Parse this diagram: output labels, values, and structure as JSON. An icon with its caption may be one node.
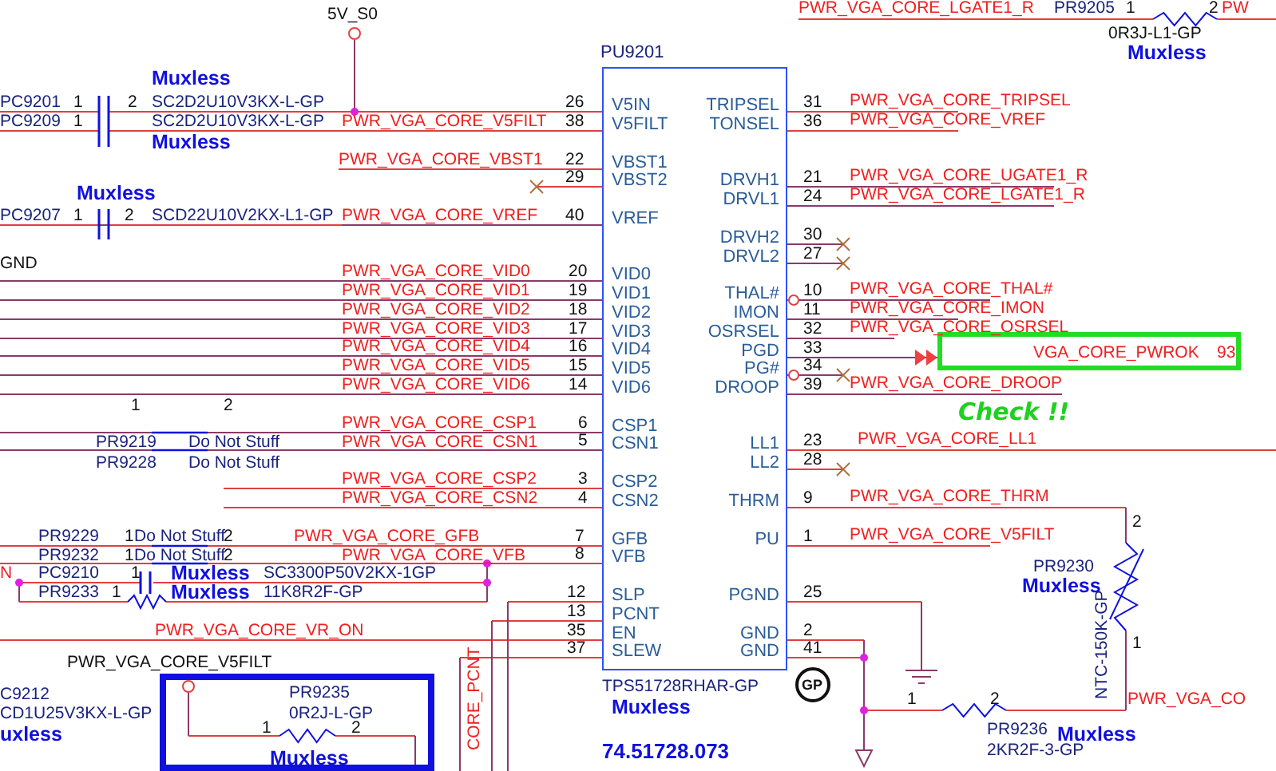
{
  "diagram": {
    "nodes": [
      {
        "text": [
          "PU9201",
          "V5IN",
          "V5FILT",
          "VBST1",
          "VBST2",
          "VREF",
          "VID0",
          "VID1",
          "VID2",
          "VID3",
          "VID4",
          "VID5",
          "VID6",
          "CSP1",
          "CSN1",
          "CSP2",
          "CSN2",
          "GFB",
          "VFB",
          "SLP",
          "PCNT",
          "EN",
          "SLEW",
          "TRIPSEL",
          "TONSEL",
          "DRVH1",
          "DRVL1",
          "DRVH2",
          "DRVL2",
          "THAL#",
          "IMON",
          "OSRSEL",
          "PGD",
          "PG#",
          "DROOP",
          "LL1",
          "LL2",
          "THRM",
          "PU",
          "PGND",
          "GND",
          "GND"
        ],
        "beside": [
          "TPS51728RHAR-GP",
          "Muxless",
          "74.51728.073"
        ]
      },
      {
        "text": [
          "VGA_CORE_PWROK",
          "93"
        ]
      },
      {
        "text": [
          "PR9235",
          "0R2J-L-GP",
          "1",
          "2",
          "Muxless"
        ]
      },
      {
        "text": [
          "GP"
        ]
      }
    ],
    "edges": [
      {
        "from": 0,
        "to": 1,
        "arrow": "to"
      }
    ],
    "labels": [
      "5V_S0",
      "Muxless",
      "PC9201",
      "1",
      "2",
      "SC2D2U10V3KX-L-GP",
      "26",
      "PC9209",
      "1",
      "SC2D2U10V3KX-L-GP",
      "PWR_VGA_CORE_V5FILT",
      "38",
      "Muxless",
      "PWR_VGA_CORE_VBST1",
      "22",
      "29",
      "Muxless",
      "PC9207",
      "1",
      "2",
      "SCD22U10V2KX-L1-GP",
      "PWR_VGA_CORE_VREF",
      "40",
      "GND",
      "PWR_VGA_CORE_VID0",
      "20",
      "PWR_VGA_CORE_VID1",
      "19",
      "PWR_VGA_CORE_VID2",
      "18",
      "PWR_VGA_CORE_VID3",
      "17",
      "PWR_VGA_CORE_VID4",
      "16",
      "PWR_VGA_CORE_VID5",
      "15",
      "PWR_VGA_CORE_VID6",
      "14",
      "1",
      "2",
      "PWR_VGA_CORE_CSP1",
      "6",
      "PR9219",
      "Do Not Stuff",
      "PWR_VGA_CORE_CSN1",
      "5",
      "PR9228",
      "Do Not Stuff",
      "PWR_VGA_CORE_CSP2",
      "3",
      "PWR_VGA_CORE_CSN2",
      "4",
      "PR9229",
      "1",
      "Do Not Stuff",
      "2",
      "PWR_VGA_CORE_GFB",
      "7",
      "PR9232",
      "1",
      "Do Not Stuff",
      "2",
      "PWR_VGA_CORE_VFB",
      "8",
      "N",
      "PC9210",
      "1",
      "Muxless",
      "SC3300P50V2KX-1GP",
      "PR9233",
      "1",
      "Muxless",
      "11K8R2F-GP",
      "12",
      "13",
      "PWR_VGA_CORE_VR_ON",
      "35",
      "37",
      "PWR_VGA_CORE_V5FILT",
      "C9212",
      "CD1U25V3KX-L-GP",
      "uxless",
      "CORE_PCNT",
      "PWR_VGA_CORE_LGATE1_R",
      "PR9205",
      "1",
      "2",
      "PW",
      "0R3J-L1-GP",
      "Muxless",
      "31",
      "PWR_VGA_CORE_TRIPSEL",
      "36",
      "PWR_VGA_CORE_VREF",
      "21",
      "PWR_VGA_CORE_UGATE1_R",
      "24",
      "PWR_VGA_CORE_LGATE1_R",
      "30",
      "27",
      "10",
      "PWR_VGA_CORE_THAL#",
      "11",
      "PWR_VGA_CORE_IMON",
      "32",
      "PWR_VGA_CORE_OSRSEL",
      "33",
      "34",
      "39",
      "PWR_VGA_CORE_DROOP",
      "Check !!",
      "23",
      "PWR_VGA_CORE_LL1",
      "28",
      "9",
      "PWR_VGA_CORE_THRM",
      "1",
      "PWR_VGA_CORE_V5FILT",
      "2",
      "PR9230",
      "Muxless",
      "NTC-150K-GP",
      "25",
      "2",
      "41",
      "1",
      "1",
      "2",
      "PWR_VGA_CO",
      "PR9236",
      "2KR2F-3-GP",
      "Muxless"
    ]
  }
}
